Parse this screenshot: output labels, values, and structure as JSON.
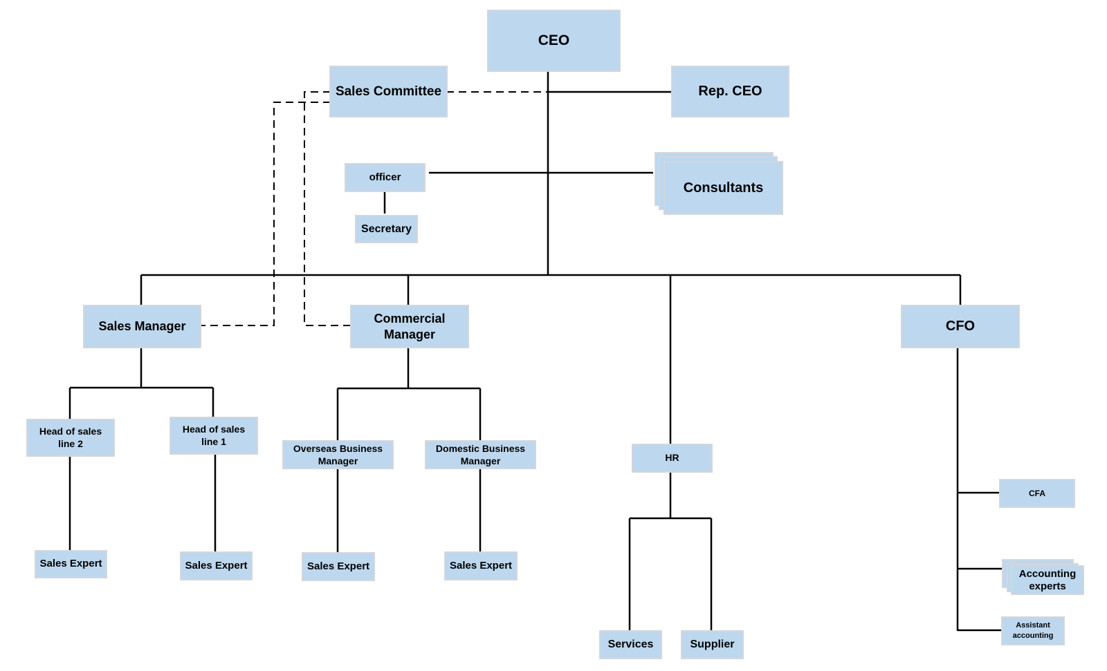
{
  "org_chart": {
    "ceo": "CEO",
    "sales_committee": "Sales Committee",
    "rep_ceo": "Rep. CEO",
    "officer": "officer",
    "secretary": "Secretary",
    "consultants": "Consultants",
    "sales_manager": "Sales Manager",
    "commercial_manager": "Commercial Manager",
    "cfo": "CFO",
    "head_sales_line_2": "Head of sales line 2",
    "head_sales_line_1": "Head of sales line 1",
    "overseas_business_manager": "Overseas Business Manager",
    "domestic_business_manager": "Domestic Business Manager",
    "hr": "HR",
    "sales_expert_1": "Sales Expert",
    "sales_expert_2": "Sales Expert",
    "sales_expert_3": "Sales Expert",
    "sales_expert_4": "Sales Expert",
    "services": "Services",
    "supplier": "Supplier",
    "cfa": "CFA",
    "accounting_experts": "Accounting experts",
    "assistant_accounting": "Assistant accounting"
  },
  "colors": {
    "box_fill": "#bdd7ee",
    "box_border": "#d3d7dc",
    "line": "#000000"
  }
}
